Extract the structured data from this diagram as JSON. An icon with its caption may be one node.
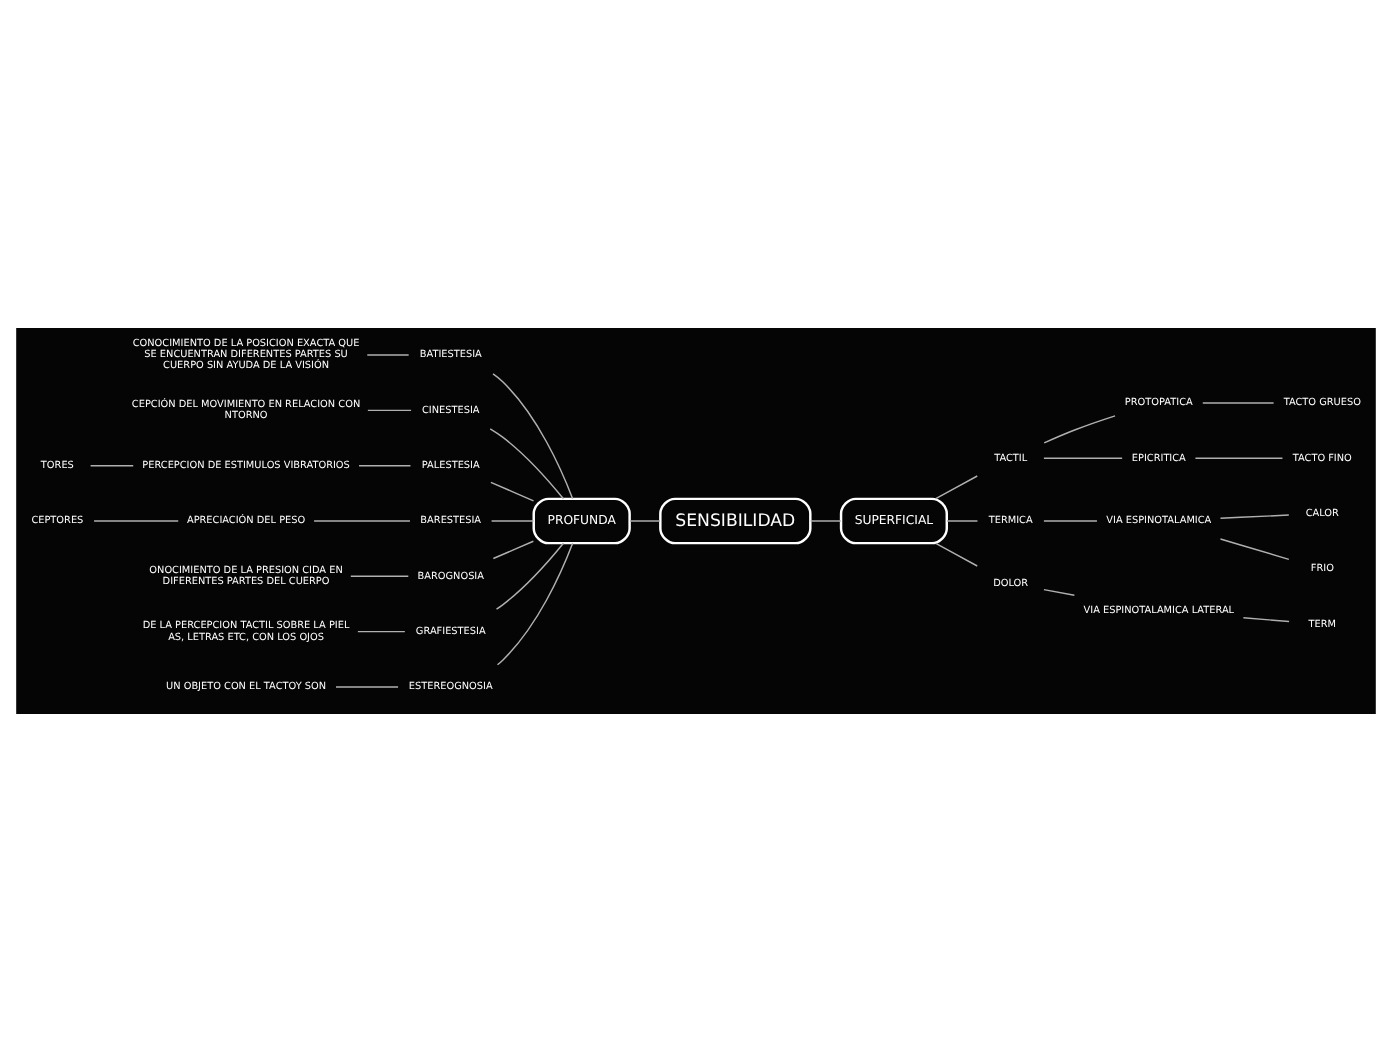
{
  "diagram": {
    "nodes": [
      {
        "text": [
          "SENSIBILIDAD"
        ]
      },
      {
        "text": [
          "PROFUNDA"
        ]
      },
      {
        "text": [
          "BATIESTESIA"
        ]
      },
      {
        "text": [
          "CONOCIMIENTO DE LA POSICION EXACTA QUE SE ENCUENTRAN DIFERENTES PARTES SU CUERPO SIN AYUDA DE LA VISIÓN"
        ]
      },
      {
        "text": [
          "CINESTESIA"
        ]
      },
      {
        "text": [
          "CEPCIÓN DEL MOVIMIENTO EN RELACION CON NTORNO"
        ]
      },
      {
        "text": [
          "PALESTESIA"
        ]
      },
      {
        "text": [
          "PERCEPCION DE ESTIMULOS VIBRATORIOS"
        ]
      },
      {
        "text": [
          "TORES"
        ]
      },
      {
        "text": [
          "BARESTESIA"
        ]
      },
      {
        "text": [
          "APRECIACIÓN DEL PESO"
        ]
      },
      {
        "text": [
          "CEPTORES"
        ]
      },
      {
        "text": [
          "BAROGNOSIA"
        ]
      },
      {
        "text": [
          "ONOCIMIENTO DE LA PRESION CIDA EN DIFERENTES PARTES DEL CUERPO"
        ]
      },
      {
        "text": [
          "GRAFIESTESIA"
        ]
      },
      {
        "text": [
          "DE LA PERCEPCION TACTIL SOBRE LA PIEL AS, LETRAS ETC, CON LOS OJOS"
        ]
      },
      {
        "text": [
          "ESTEREOGNOSIA"
        ]
      },
      {
        "text": [
          "UN OBJETO CON EL TACTOY SON"
        ]
      },
      {
        "text": [
          "SUPERFICIAL"
        ]
      },
      {
        "text": [
          "TACTIL"
        ]
      },
      {
        "text": [
          "PROTOPATICA"
        ]
      },
      {
        "text": [
          "TACTO GRUESO"
        ]
      },
      {
        "text": [
          "EPICRITICA"
        ]
      },
      {
        "text": [
          "TACTO FINO"
        ]
      },
      {
        "text": [
          "TERMICA"
        ]
      },
      {
        "text": [
          "VIA ESPINOTALAMICA"
        ]
      },
      {
        "text": [
          "CALOR"
        ]
      },
      {
        "text": [
          "FRIO"
        ]
      },
      {
        "text": [
          "DOLOR"
        ]
      },
      {
        "text": [
          "VIA ESPINOTALAMICA LATERAL"
        ]
      },
      {
        "text": [
          "TERM"
        ]
      }
    ],
    "edges": [
      {
        "from": 0,
        "to": 1,
        "arrow": "none"
      },
      {
        "from": 1,
        "to": 2,
        "arrow": "none"
      },
      {
        "from": 2,
        "to": 3,
        "arrow": "none"
      },
      {
        "from": 1,
        "to": 4,
        "arrow": "none"
      },
      {
        "from": 4,
        "to": 5,
        "arrow": "none"
      },
      {
        "from": 1,
        "to": 6,
        "arrow": "none"
      },
      {
        "from": 6,
        "to": 7,
        "arrow": "none"
      },
      {
        "from": 7,
        "to": 8,
        "arrow": "none"
      },
      {
        "from": 1,
        "to": 9,
        "arrow": "none"
      },
      {
        "from": 9,
        "to": 10,
        "arrow": "none"
      },
      {
        "from": 10,
        "to": 11,
        "arrow": "none"
      },
      {
        "from": 1,
        "to": 12,
        "arrow": "none"
      },
      {
        "from": 12,
        "to": 13,
        "arrow": "none"
      },
      {
        "from": 1,
        "to": 14,
        "arrow": "none"
      },
      {
        "from": 14,
        "to": 15,
        "arrow": "none"
      },
      {
        "from": 1,
        "to": 16,
        "arrow": "none"
      },
      {
        "from": 16,
        "to": 17,
        "arrow": "none"
      },
      {
        "from": 0,
        "to": 18,
        "arrow": "none"
      },
      {
        "from": 18,
        "to": 19,
        "arrow": "none"
      },
      {
        "from": 19,
        "to": 20,
        "arrow": "none"
      },
      {
        "from": 20,
        "to": 21,
        "arrow": "none"
      },
      {
        "from": 19,
        "to": 22,
        "arrow": "none"
      },
      {
        "from": 22,
        "to": 23,
        "arrow": "none"
      },
      {
        "from": 18,
        "to": 24,
        "arrow": "none"
      },
      {
        "from": 24,
        "to": 25,
        "arrow": "none"
      },
      {
        "from": 25,
        "to": 26,
        "arrow": "none"
      },
      {
        "from": 25,
        "to": 27,
        "arrow": "none"
      },
      {
        "from": 18,
        "to": 28,
        "arrow": "none"
      },
      {
        "from": 28,
        "to": 29,
        "arrow": "none"
      },
      {
        "from": 29,
        "to": 30,
        "arrow": "none"
      }
    ]
  }
}
